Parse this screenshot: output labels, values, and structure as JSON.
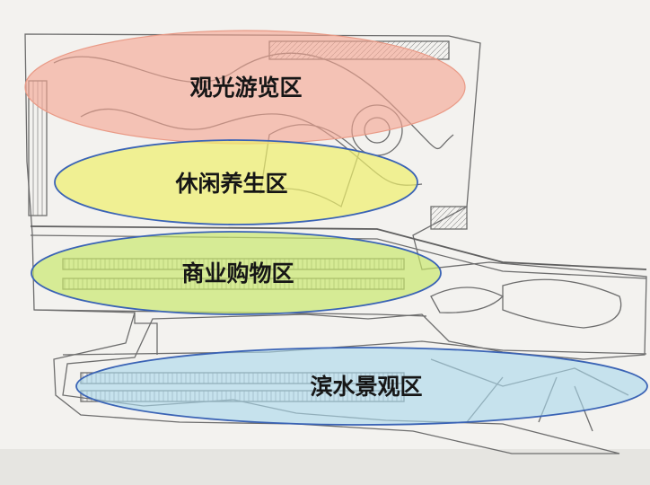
{
  "map": {
    "zones": [
      {
        "label": "观光游览区",
        "fill": "#f3a591",
        "stroke": "#e99a86"
      },
      {
        "label": "休闲养生区",
        "fill": "#eef06c",
        "stroke": "#3a63b5"
      },
      {
        "label": "商业购物区",
        "fill": "#c9e86a",
        "stroke": "#3a63b5"
      },
      {
        "label": "滨水景观区",
        "fill": "#a9d9ec",
        "stroke": "#3a63b5"
      }
    ]
  }
}
